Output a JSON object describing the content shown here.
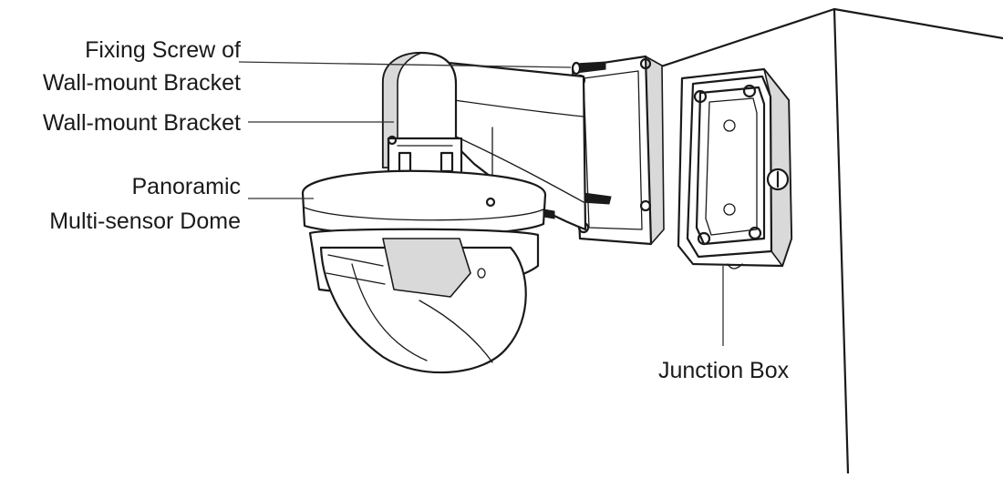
{
  "labels": {
    "fixing_screw_line1": "Fixing Screw of",
    "fixing_screw_line2": "Wall-mount Bracket",
    "wall_mount_bracket": "Wall-mount Bracket",
    "dome_line1": "Panoramic",
    "dome_line2": "Multi-sensor Dome",
    "junction_box": "Junction Box"
  }
}
